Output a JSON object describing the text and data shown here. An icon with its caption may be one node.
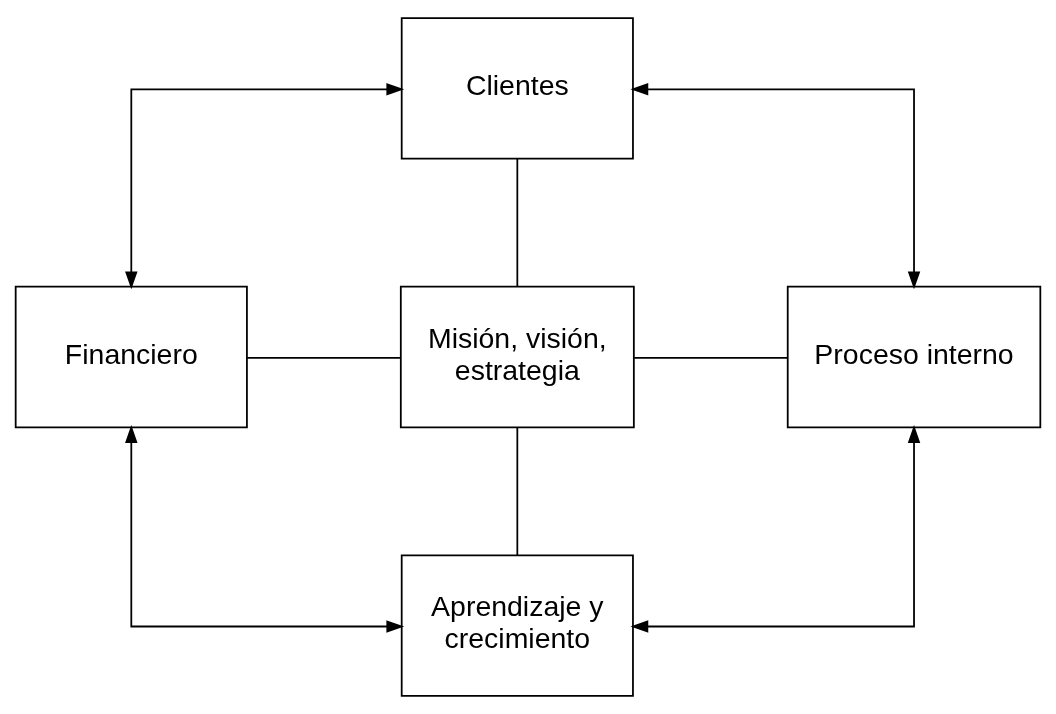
{
  "diagram": {
    "nodes": [
      {
        "text": [
          "Clientes"
        ]
      },
      {
        "text": [
          "Financiero"
        ]
      },
      {
        "text": [
          "Misión, visión, estrategia"
        ]
      },
      {
        "text": [
          "Proceso interno"
        ]
      },
      {
        "text": [
          "Aprendizaje y crecimiento"
        ]
      }
    ],
    "edges": [
      {
        "from": 1,
        "to": 0,
        "arrow": "both"
      },
      {
        "from": 0,
        "to": 3,
        "arrow": "both"
      },
      {
        "from": 0,
        "to": 2,
        "arrow": "none"
      },
      {
        "from": 1,
        "to": 2,
        "arrow": "none"
      },
      {
        "from": 2,
        "to": 3,
        "arrow": "none"
      },
      {
        "from": 2,
        "to": 4,
        "arrow": "none"
      },
      {
        "from": 1,
        "to": 4,
        "arrow": "both"
      },
      {
        "from": 3,
        "to": 4,
        "arrow": "both"
      }
    ]
  }
}
